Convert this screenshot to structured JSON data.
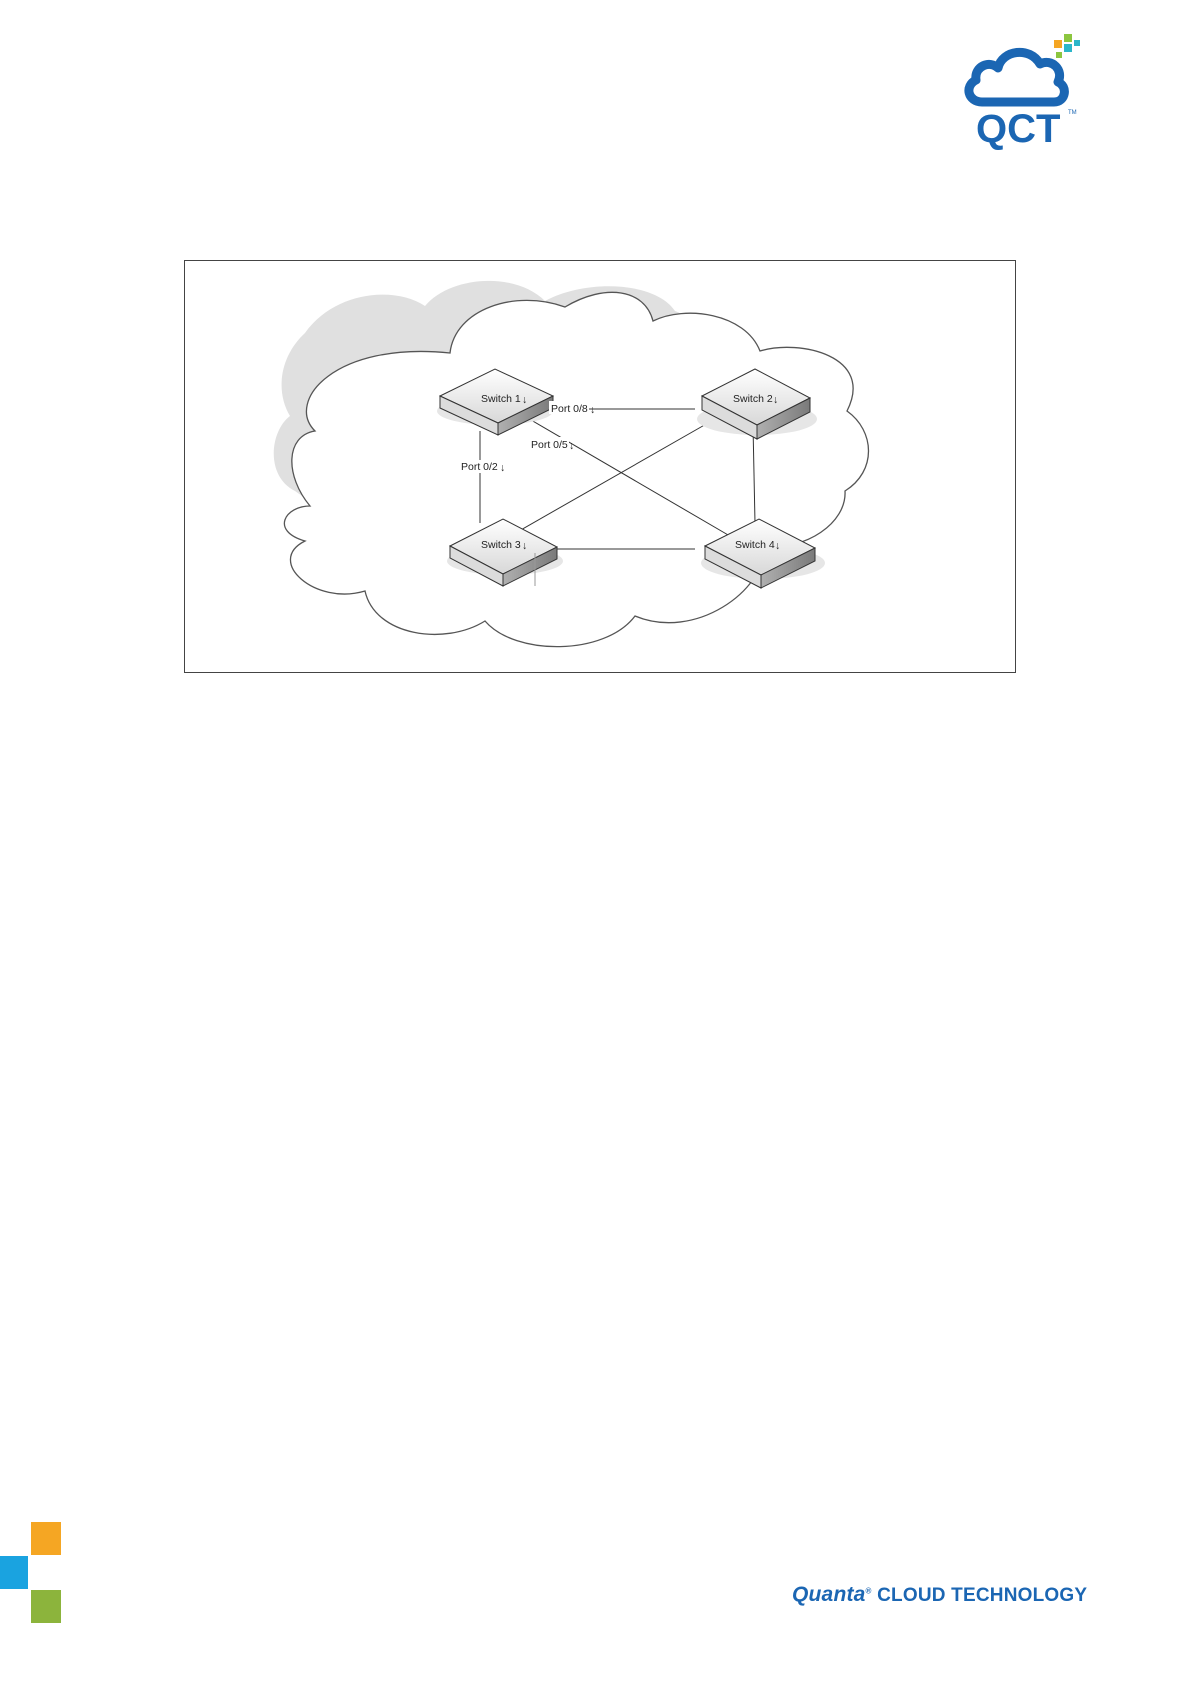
{
  "header": {
    "logo": {
      "text": "QCT",
      "tm": "TM",
      "icon": "qct-cloud-logo-icon"
    }
  },
  "figure": {
    "switches": [
      {
        "label": "Switch 1"
      },
      {
        "label": "Switch 2"
      },
      {
        "label": "Switch 3"
      },
      {
        "label": "Switch 4"
      }
    ],
    "port_labels": [
      {
        "label": "Port 0/8"
      },
      {
        "label": "Port 0/5"
      },
      {
        "label": "Port 0/2"
      }
    ],
    "paragraph_mark": "↓"
  },
  "footer": {
    "brand_script": "Quanta",
    "brand_tm": "®",
    "brand_rest": "CLOUD TECHNOLOGY",
    "colors": {
      "orange": "#f5a623",
      "blue": "#1aa3e0",
      "green": "#8cb43c"
    }
  },
  "colors": {
    "brand_blue": "#1b66b3",
    "accent_teal": "#2bb6c9",
    "accent_green": "#8cc63f"
  }
}
